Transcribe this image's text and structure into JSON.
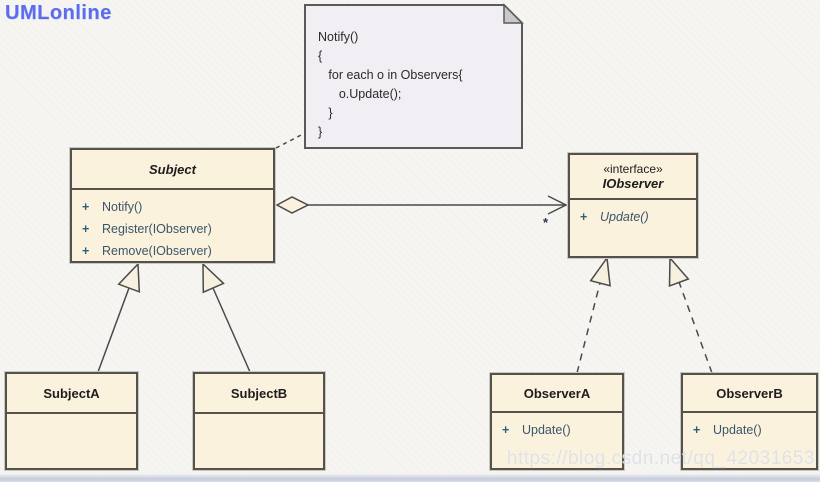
{
  "logo": {
    "text": "UMLonline"
  },
  "note": {
    "text": "Notify()\n{\n   for each o in Observers{\n      o.Update();\n   }\n}"
  },
  "classes": {
    "subject": {
      "name": "Subject",
      "abstract": true,
      "methods": [
        {
          "vis": "+",
          "label": "Notify()"
        },
        {
          "vis": "+",
          "label": "Register(IObserver)"
        },
        {
          "vis": "+",
          "label": "Remove(IObserver)"
        }
      ]
    },
    "iobserver": {
      "stereotype": "«interface»",
      "name": "IObserver",
      "methods": [
        {
          "vis": "+",
          "label": "Update()"
        }
      ]
    },
    "subject_a": {
      "name": "SubjectA"
    },
    "subject_b": {
      "name": "SubjectB"
    },
    "observer_a": {
      "name": "ObserverA",
      "methods": [
        {
          "vis": "+",
          "label": "Update()"
        }
      ]
    },
    "observer_b": {
      "name": "ObserverB",
      "methods": [
        {
          "vis": "+",
          "label": "Update()"
        }
      ]
    }
  },
  "relations": {
    "aggregation_multiplicity": "*"
  },
  "watermark": {
    "text": "https://blog.csdn.net/qq_42031653"
  },
  "colors": {
    "class_fill": "#FBF2DE",
    "note_fill": "#F2EFF4",
    "logo_blue": "#5b6cf0",
    "method_text": "#3a5568",
    "line": "#4a4a4a"
  }
}
